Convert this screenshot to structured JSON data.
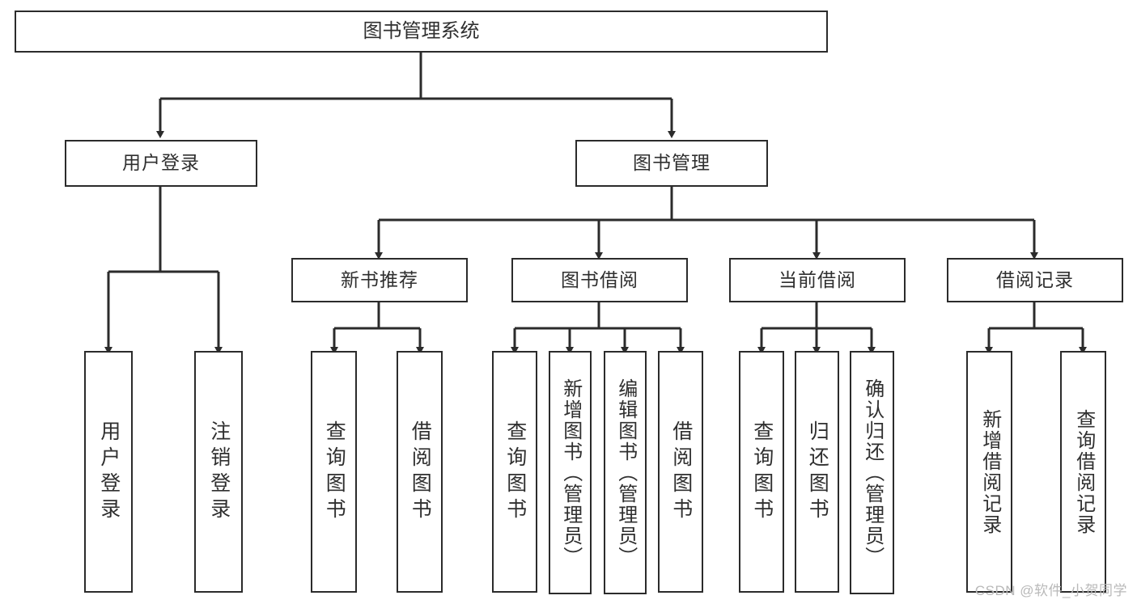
{
  "diagram": {
    "title": "图书管理系统",
    "type": "tree-hierarchy",
    "root": {
      "label": "图书管理系统"
    },
    "level2": [
      {
        "label": "用户登录"
      },
      {
        "label": "图书管理"
      }
    ],
    "level3": [
      {
        "label": "新书推荐"
      },
      {
        "label": "图书借阅"
      },
      {
        "label": "当前借阅"
      },
      {
        "label": "借阅记录"
      }
    ],
    "leaves": {
      "user_login": [
        {
          "label": "用户登录"
        },
        {
          "label": "注销登录"
        }
      ],
      "new_book_recommend": [
        {
          "label": "查询图书"
        },
        {
          "label": "借阅图书"
        }
      ],
      "book_borrow": [
        {
          "label": "查询图书"
        },
        {
          "label": "新增图书（管理员）"
        },
        {
          "label": "编辑图书（管理员）"
        },
        {
          "label": "借阅图书"
        }
      ],
      "current_borrow": [
        {
          "label": "查询图书"
        },
        {
          "label": "归还图书"
        },
        {
          "label": "确认归还（管理员）"
        }
      ],
      "borrow_record": [
        {
          "label": "新增借阅记录"
        },
        {
          "label": "查询借阅记录"
        }
      ]
    }
  },
  "watermark": {
    "text": "CSDN @软件_小贺同学"
  },
  "colors": {
    "border": "#2b2b2b",
    "text": "#2f2f2f",
    "background": "#ffffff",
    "watermark": "#b9b9b9"
  }
}
